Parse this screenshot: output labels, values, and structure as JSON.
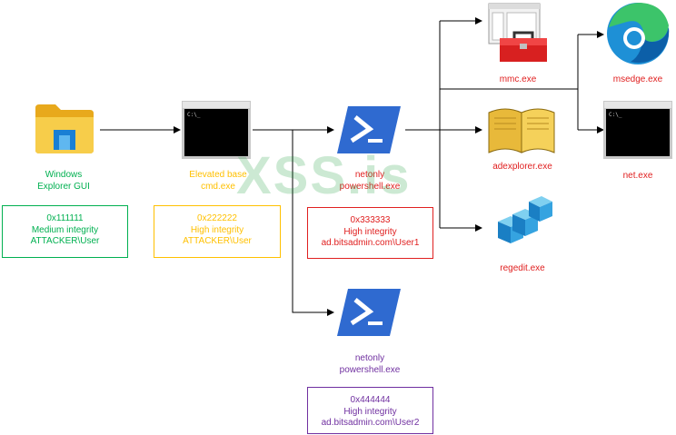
{
  "colors": {
    "green": "#00b050",
    "yellow": "#ffc000",
    "red": "#e02020",
    "purple": "#7030a0",
    "connector": "#000000"
  },
  "watermark": "XSS.is",
  "nodes": {
    "explorer": {
      "icon": "folder-icon",
      "label": [
        "Windows",
        "Explorer GUI"
      ],
      "box": [
        "0x111111",
        "Medium integrity",
        "ATTACKER\\User"
      ]
    },
    "cmd": {
      "icon": "console-icon",
      "label": [
        "Elevated base",
        "cmd.exe"
      ],
      "box": [
        "0x222222",
        "High integrity",
        "ATTACKER\\User"
      ]
    },
    "ps1": {
      "icon": "powershell-icon",
      "label": [
        "netonly",
        "powershell.exe"
      ],
      "box": [
        "0x333333",
        "High integrity",
        "ad.bitsadmin.com\\User1"
      ]
    },
    "ps2": {
      "icon": "powershell-icon",
      "label": [
        "netonly",
        "powershell.exe"
      ],
      "box": [
        "0x444444",
        "High integrity",
        "ad.bitsadmin.com\\User2"
      ]
    },
    "mmc": {
      "icon": "toolbox-icon",
      "label": "mmc.exe"
    },
    "msedge": {
      "icon": "edge-icon",
      "label": "msedge.exe"
    },
    "adexplorer": {
      "icon": "book-icon",
      "label": "adexplorer.exe"
    },
    "net": {
      "icon": "console-icon",
      "label": "net.exe"
    },
    "regedit": {
      "icon": "registry-icon",
      "label": "regedit.exe"
    }
  }
}
